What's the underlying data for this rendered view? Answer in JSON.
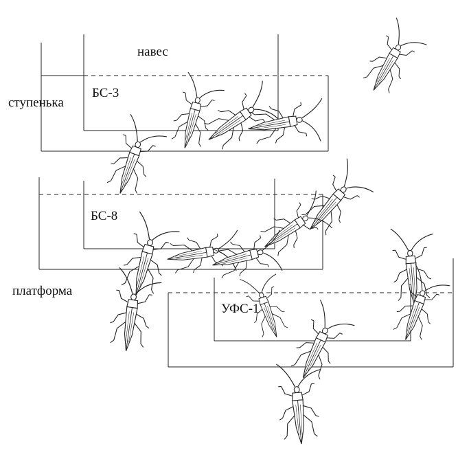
{
  "labels": {
    "canopy": "навес",
    "step": "ступенька",
    "platform": "платформа",
    "bs3": "БС-3",
    "bs8": "БС-8",
    "ufs1": "УФС-1"
  },
  "colors": {
    "ink": "#222222",
    "background": "#ffffff"
  },
  "figures": {
    "insect_icon": "beetle-icon",
    "insect_count": 16,
    "structures": [
      "bs3-structure",
      "bs8-structure",
      "ufs1-structure"
    ]
  }
}
